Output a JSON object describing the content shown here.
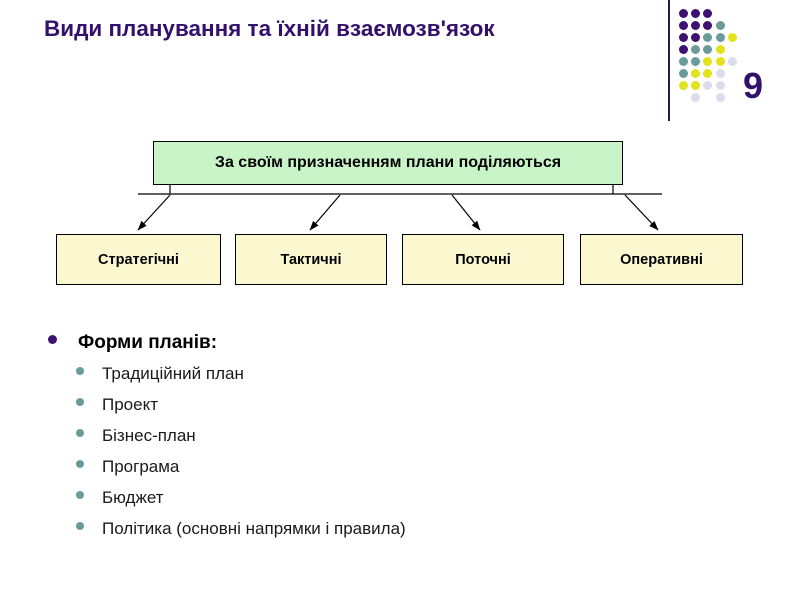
{
  "slide": {
    "title": "Види планування та їхній взаємозв'язок",
    "page_number": "9",
    "title_color": "#32106b",
    "background_color": "#ffffff"
  },
  "decoration": {
    "name": "dot-grid",
    "colors": {
      "purple": "#3c1172",
      "teal": "#6a9b9b",
      "yellow": "#e3e31b",
      "lavender": "#dcdcee"
    },
    "dots": [
      {
        "col": 0,
        "row": 0,
        "color": "#3c1172"
      },
      {
        "col": 1,
        "row": 0,
        "color": "#3c1172"
      },
      {
        "col": 2,
        "row": 0,
        "color": "#3c1172"
      },
      {
        "col": 0,
        "row": 1,
        "color": "#3c1172"
      },
      {
        "col": 1,
        "row": 1,
        "color": "#3c1172"
      },
      {
        "col": 2,
        "row": 1,
        "color": "#3c1172"
      },
      {
        "col": 3,
        "row": 1,
        "color": "#6a9b9b"
      },
      {
        "col": 0,
        "row": 2,
        "color": "#3c1172"
      },
      {
        "col": 1,
        "row": 2,
        "color": "#3c1172"
      },
      {
        "col": 2,
        "row": 2,
        "color": "#6a9b9b"
      },
      {
        "col": 3,
        "row": 2,
        "color": "#6a9b9b"
      },
      {
        "col": 4,
        "row": 2,
        "color": "#e3e31b"
      },
      {
        "col": 0,
        "row": 3,
        "color": "#3c1172"
      },
      {
        "col": 1,
        "row": 3,
        "color": "#6a9b9b"
      },
      {
        "col": 2,
        "row": 3,
        "color": "#6a9b9b"
      },
      {
        "col": 3,
        "row": 3,
        "color": "#e3e31b"
      },
      {
        "col": 0,
        "row": 4,
        "color": "#6a9b9b"
      },
      {
        "col": 1,
        "row": 4,
        "color": "#6a9b9b"
      },
      {
        "col": 2,
        "row": 4,
        "color": "#e3e31b"
      },
      {
        "col": 3,
        "row": 4,
        "color": "#e3e31b"
      },
      {
        "col": 4,
        "row": 4,
        "color": "#dcdcee"
      },
      {
        "col": 0,
        "row": 5,
        "color": "#6a9b9b"
      },
      {
        "col": 1,
        "row": 5,
        "color": "#e3e31b"
      },
      {
        "col": 2,
        "row": 5,
        "color": "#e3e31b"
      },
      {
        "col": 3,
        "row": 5,
        "color": "#dcdcee"
      },
      {
        "col": 0,
        "row": 6,
        "color": "#e3e31b"
      },
      {
        "col": 1,
        "row": 6,
        "color": "#e3e31b"
      },
      {
        "col": 2,
        "row": 6,
        "color": "#dcdcee"
      },
      {
        "col": 3,
        "row": 6,
        "color": "#dcdcee"
      },
      {
        "col": 1,
        "row": 7,
        "color": "#dcdcee"
      },
      {
        "col": 3,
        "row": 7,
        "color": "#dcdcee"
      }
    ]
  },
  "diagram": {
    "root": {
      "label": "За своїм призначенням плани поділяються",
      "fill": "#c9f4c8",
      "border": "#000000"
    },
    "leaves": [
      {
        "label": "Стратегічні",
        "fill": "#fbf8cf",
        "border": "#000000"
      },
      {
        "label": "Тактичні",
        "fill": "#fbf8cf",
        "border": "#000000"
      },
      {
        "label": "Поточні",
        "fill": "#fbf8cf",
        "border": "#000000"
      },
      {
        "label": "Оперативні",
        "fill": "#fbf8cf",
        "border": "#000000"
      }
    ]
  },
  "bullets": {
    "heading": "Форми планів:",
    "items": [
      "Традиційний план",
      "Проект",
      "Бізнес-план",
      "Програма",
      "Бюджет",
      "Політика (основні напрямки і правила)"
    ],
    "marker_color_level_0": "#3c1172",
    "marker_color_level_1": "#6a9b9b"
  }
}
